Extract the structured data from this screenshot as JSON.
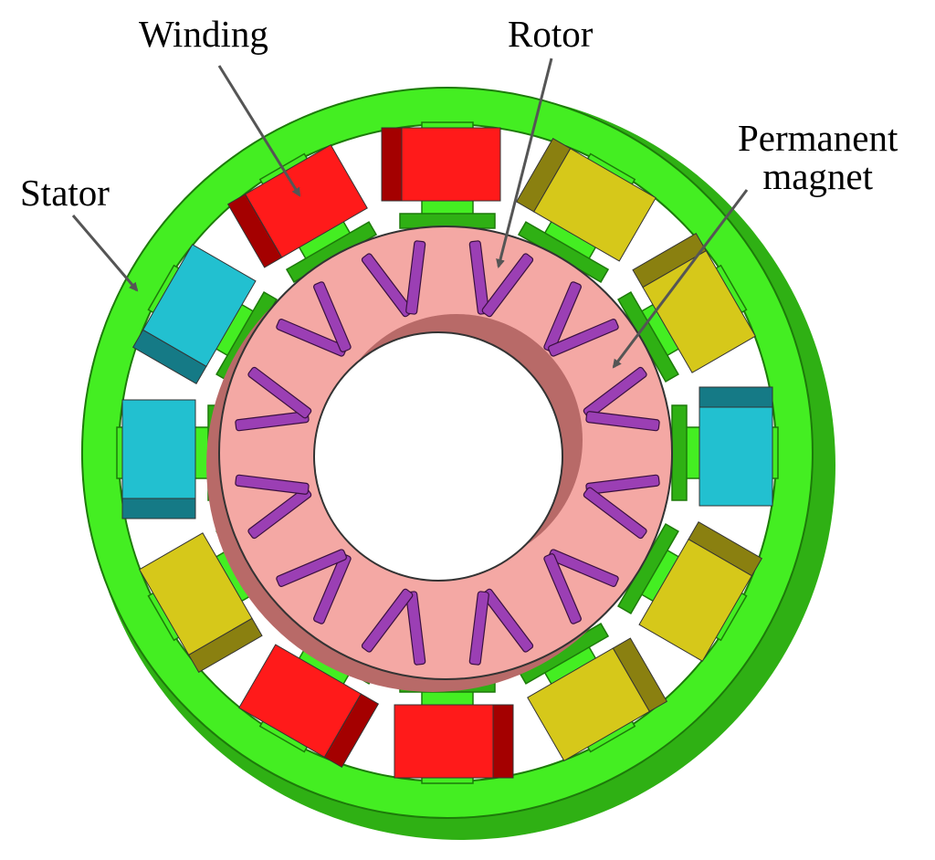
{
  "labels": {
    "winding": "Winding",
    "rotor": "Rotor",
    "stator": "Stator",
    "permanent_magnet_line1": "Permanent",
    "permanent_magnet_line2": "magnet"
  },
  "colors": {
    "stator": "#44ee22",
    "stator_dark": "#2fb014",
    "rotor": "#f4a8a4",
    "rotor_dark": "#b86a68",
    "magnet": "#9b3fb4",
    "winding_red": "#ff1a1a",
    "winding_red_dark": "#a40000",
    "winding_yellow": "#d6c81a",
    "winding_yellow_dark": "#8a8010",
    "winding_cyan": "#22c0d0",
    "winding_cyan_dark": "#157a86",
    "arrow": "#555555"
  },
  "counts": {
    "stator_slots": 12,
    "magnet_poles": 12
  },
  "winding_phases": [
    "red",
    "yellow",
    "yellow",
    "cyan",
    "yellow",
    "yellow",
    "red",
    "red",
    "yellow",
    "cyan",
    "cyan",
    "red"
  ]
}
